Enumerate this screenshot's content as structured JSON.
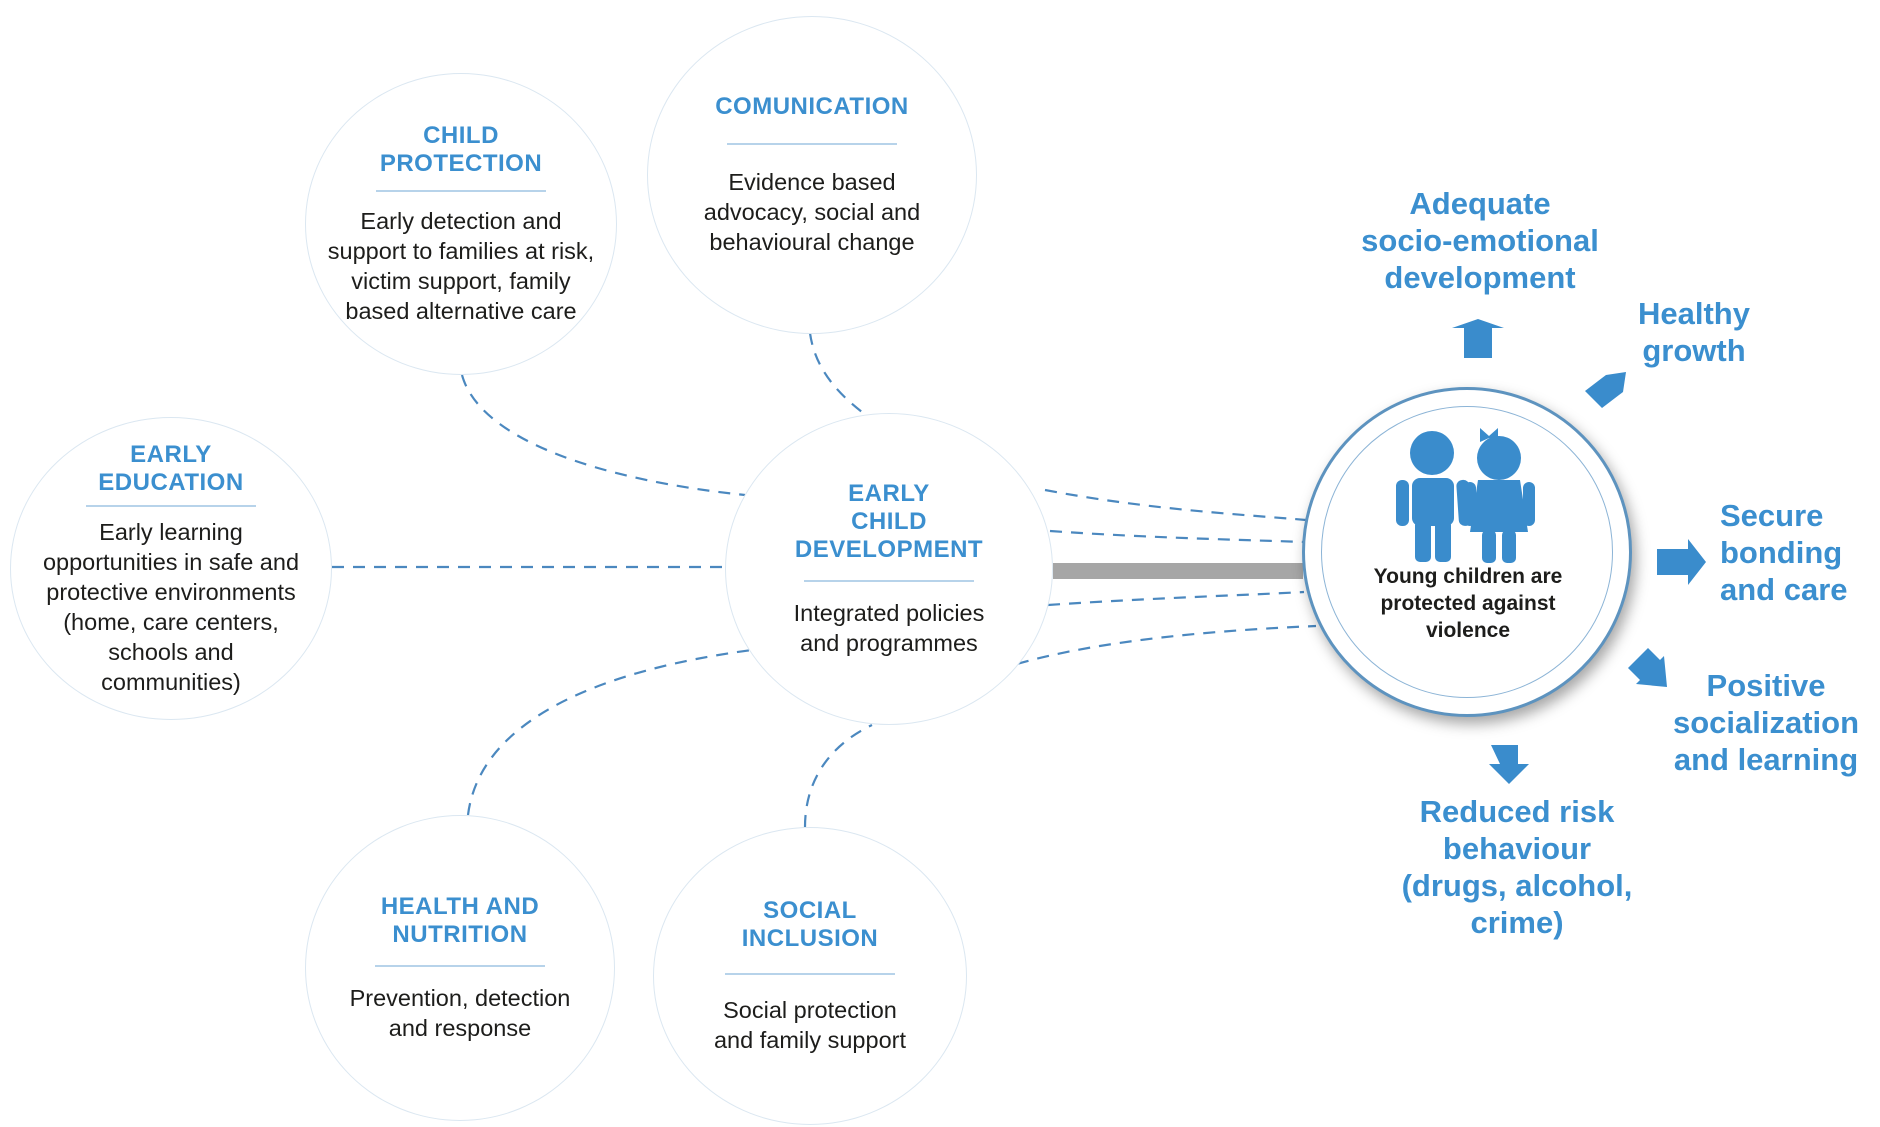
{
  "bubbles": {
    "child_protection": {
      "title": "CHILD\nPROTECTION",
      "description": "Early detection and\nsupport to families at risk,\nvictim support, family\nbased alternative care"
    },
    "communication": {
      "title": "COMUNICATION",
      "description": "Evidence based\nadvocacy, social and\nbehavioural change"
    },
    "early_education": {
      "title": "EARLY\nEDUCATION",
      "description": "Early learning\nopportunities in safe and\nprotective environments\n(home, care centers,\nschools and\ncommunities)"
    },
    "early_child_development": {
      "title": "EARLY\nCHILD\nDEVELOPMENT",
      "description": "Integrated policies\nand  programmes"
    },
    "health_nutrition": {
      "title": "HEALTH AND\nNUTRITION",
      "description": "Prevention, detection\nand response"
    },
    "social_inclusion": {
      "title": "SOCIAL\nINCLUSION",
      "description": "Social protection\nand family support"
    }
  },
  "center": {
    "text": "Young children are\nprotected against\nviolence",
    "icon": "children-icon"
  },
  "outcomes": {
    "socio_emotional": "Adequate\nsocio-emotional\ndevelopment",
    "healthy_growth": "Healthy\ngrowth",
    "secure_bonding": "Secure\nbonding\nand care",
    "positive_socialization": "Positive\nsocialization\nand learning",
    "reduced_risk": "Reduced risk\nbehaviour\n(drugs, alcohol,\ncrime)"
  },
  "colors": {
    "accent_blue": "#3b8fcf",
    "connector_blue": "#4b88bf",
    "bar_gray": "#a6a6a6",
    "text_dark": "#1d1d1b"
  }
}
